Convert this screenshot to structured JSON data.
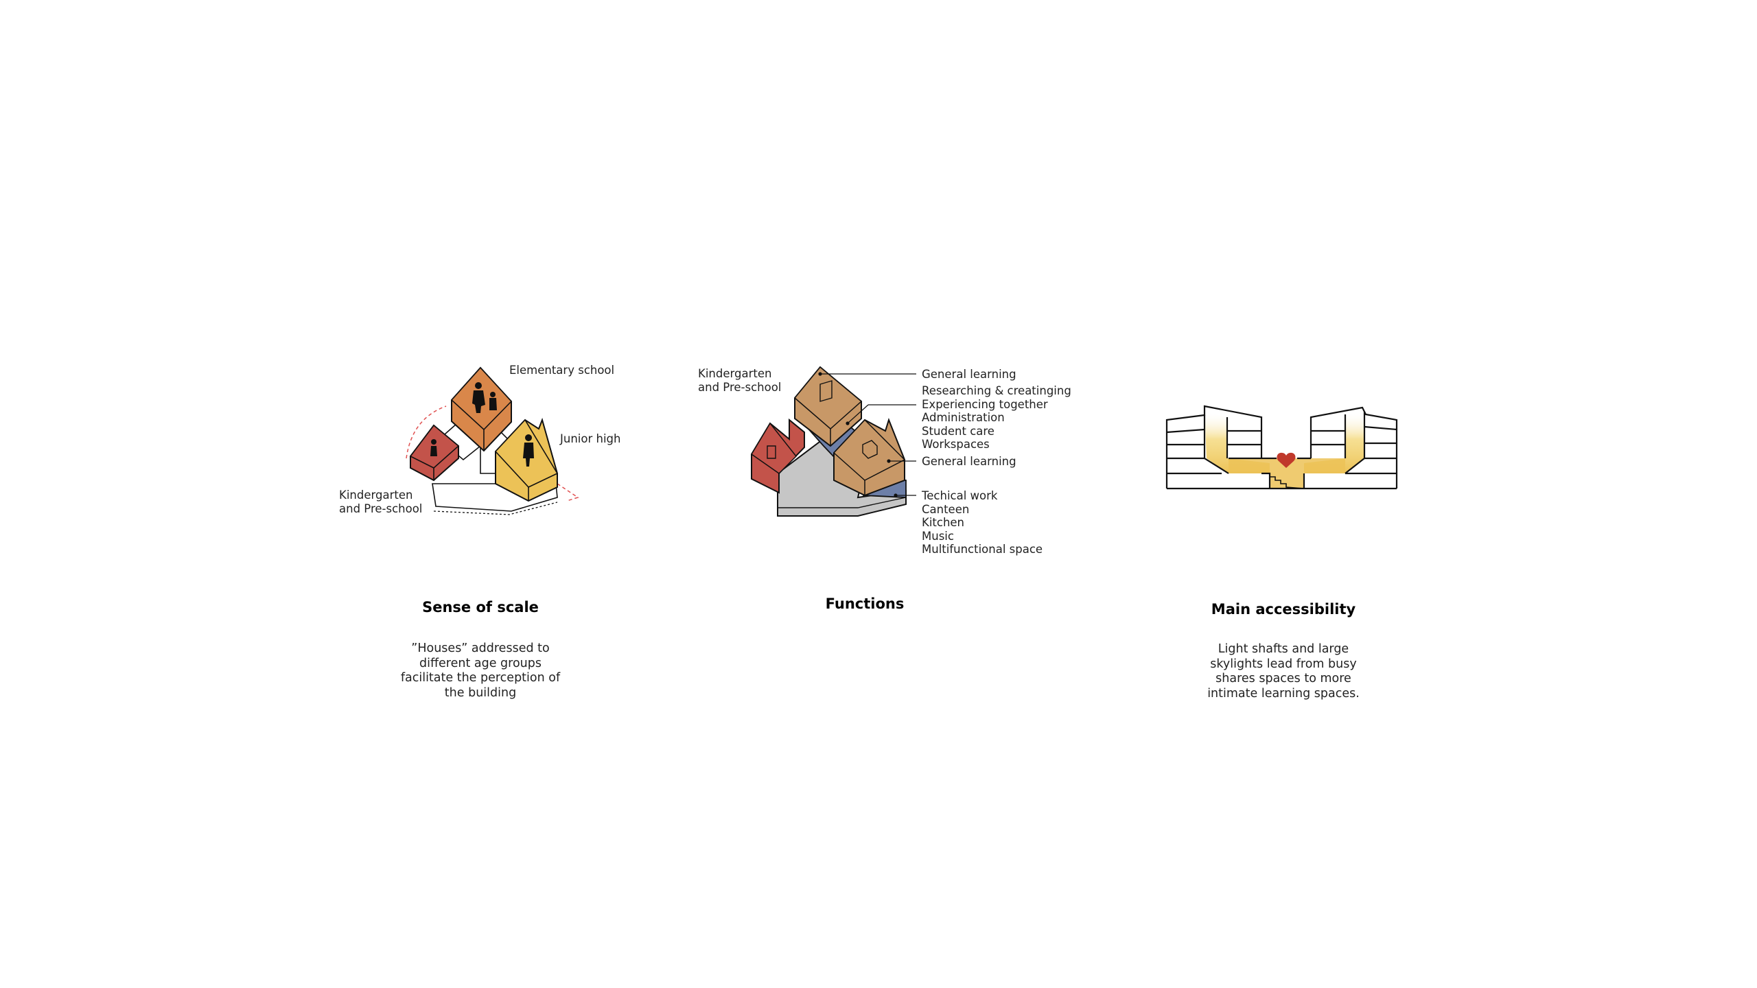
{
  "colors": {
    "orange": "#d9874a",
    "red": "#c3534a",
    "yellow": "#ecc257",
    "brown": "#c89867",
    "blue": "#6d7fa8",
    "gray": "#c6c6c6",
    "light": "#f3d56f",
    "heart": "#c0392b"
  },
  "scale": {
    "labels": {
      "elementary": "Elementary school",
      "junior": "Junior high",
      "kindergarten": [
        "Kindergarten",
        "and Pre-school"
      ]
    },
    "title": "Sense of scale",
    "description": [
      "”Houses” addressed to",
      "different age groups",
      "facilitate the perception of",
      "the building"
    ]
  },
  "functions": {
    "kindergarten": [
      "Kindergarten",
      "and Pre-school"
    ],
    "top": "General learning",
    "middle": [
      "Researching & creatinging",
      "Experiencing together",
      "Administration",
      "Student care",
      "Workspaces"
    ],
    "general2": "General learning",
    "bottom": [
      "Techical work",
      "Canteen",
      "Kitchen",
      "Music",
      "Multifunctional space"
    ],
    "title": "Functions"
  },
  "access": {
    "title": "Main accessibility",
    "description": [
      "Light shafts and large",
      "skylights lead from busy",
      "shares spaces to more",
      "intimate learning spaces."
    ]
  }
}
